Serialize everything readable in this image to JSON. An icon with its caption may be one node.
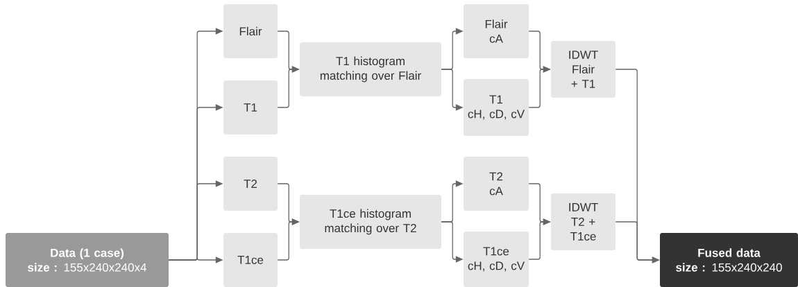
{
  "diagram": {
    "nodes": [
      {
        "text": [
          "Data (1 case)",
          "**size :** 155x240x240x4"
        ]
      },
      {
        "text": [
          "Flair"
        ]
      },
      {
        "text": [
          "T1"
        ]
      },
      {
        "text": [
          "T2"
        ]
      },
      {
        "text": [
          "T1ce"
        ]
      },
      {
        "text": [
          "T1 histogram matching over Flair"
        ]
      },
      {
        "text": [
          "T1ce histogram matching over T2"
        ]
      },
      {
        "text": [
          "Flair",
          "cA"
        ]
      },
      {
        "text": [
          "T1",
          "cH, cD, cV"
        ]
      },
      {
        "text": [
          "T2",
          "cA"
        ]
      },
      {
        "text": [
          "T1ce",
          "cH, cD, cV"
        ]
      },
      {
        "text": [
          "IDWT",
          "Flair + T1"
        ]
      },
      {
        "text": [
          "IDWT",
          "T2 + T1ce"
        ]
      },
      {
        "text": [
          "Fused data",
          "**size :** 155x240x240"
        ]
      }
    ],
    "edges": [
      {
        "from": 0,
        "to": 1,
        "arrow": "to"
      },
      {
        "from": 0,
        "to": 2,
        "arrow": "to"
      },
      {
        "from": 0,
        "to": 3,
        "arrow": "to"
      },
      {
        "from": 0,
        "to": 4,
        "arrow": "to"
      },
      {
        "from": 1,
        "to": 5,
        "arrow": "to"
      },
      {
        "from": 2,
        "to": 5,
        "arrow": "to"
      },
      {
        "from": 3,
        "to": 6,
        "arrow": "to"
      },
      {
        "from": 4,
        "to": 6,
        "arrow": "to"
      },
      {
        "from": 5,
        "to": 7,
        "arrow": "to"
      },
      {
        "from": 5,
        "to": 8,
        "arrow": "to"
      },
      {
        "from": 6,
        "to": 9,
        "arrow": "to"
      },
      {
        "from": 6,
        "to": 10,
        "arrow": "to"
      },
      {
        "from": 7,
        "to": 11,
        "arrow": "to"
      },
      {
        "from": 8,
        "to": 11,
        "arrow": "to"
      },
      {
        "from": 9,
        "to": 12,
        "arrow": "to"
      },
      {
        "from": 10,
        "to": 12,
        "arrow": "to"
      },
      {
        "from": 11,
        "to": 13,
        "arrow": "to"
      },
      {
        "from": 12,
        "to": 13,
        "arrow": "to"
      }
    ]
  }
}
